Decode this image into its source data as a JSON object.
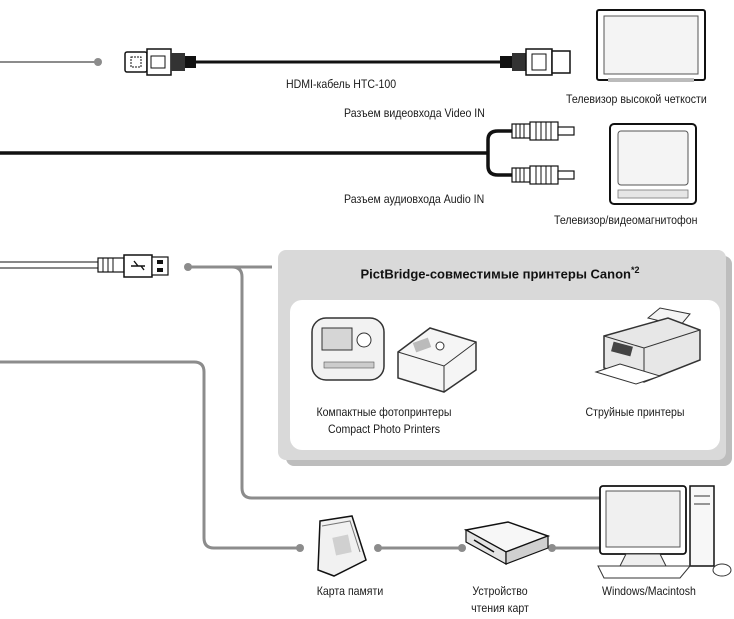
{
  "labels": {
    "hdmi_cable": "HDMI-кабель HTC-100",
    "hdtv": "Телевизор высокой четкости",
    "video_in": "Разъем видеовхода Video IN",
    "audio_in": "Разъем аудиовхода Audio IN",
    "tv_vcr": "Телевизор/видеомагнитофон",
    "pictbridge_title": "PictBridge-совместимые принтеры Canon",
    "pictbridge_note": "*2",
    "compact_printers_ru": "Компактные фотопринтеры",
    "compact_printers_en": "Compact Photo Printers",
    "inkjet_printers": "Струйные принтеры",
    "memory_card": "Карта памяти",
    "card_reader_line1": "Устройство",
    "card_reader_line2": "чтения карт",
    "computer": "Windows/Macintosh"
  },
  "colors": {
    "cable_black": "#111111",
    "cable_gray": "#8c8c8c",
    "panel_gray": "#d9d9d9",
    "panel_shadow": "#bdbdbd",
    "panel_inner": "#ffffff"
  }
}
